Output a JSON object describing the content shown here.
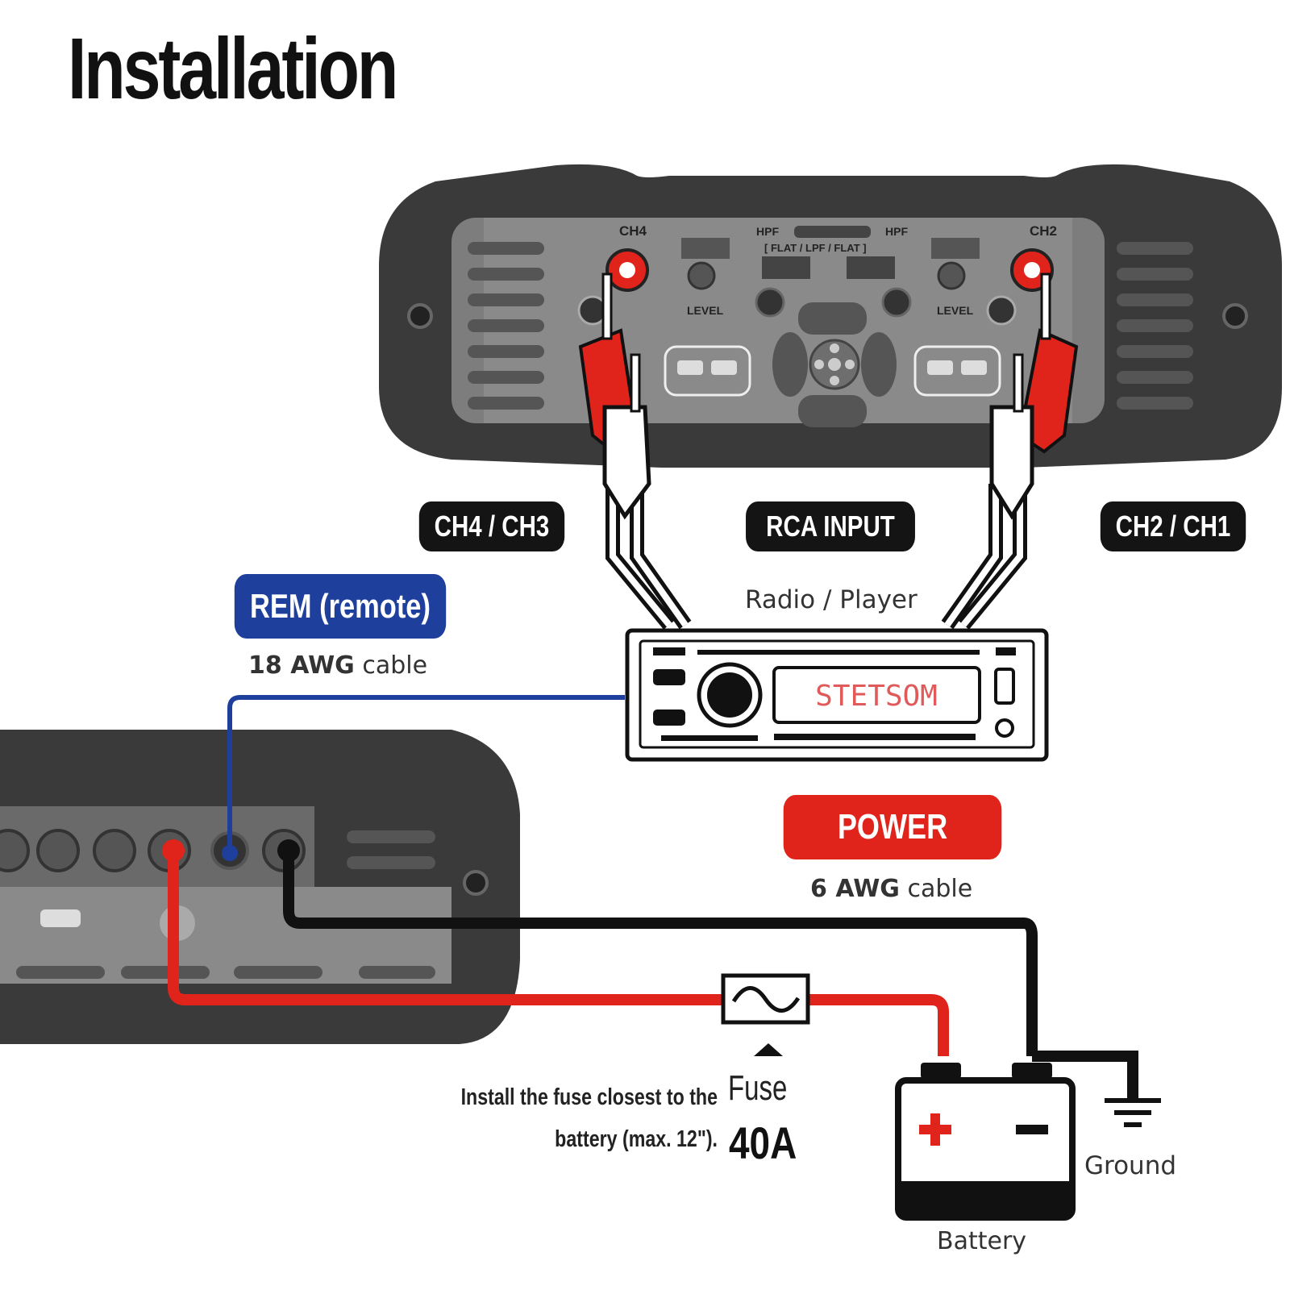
{
  "title": "Installation",
  "amplifier_top": {
    "ch_left": "CH4",
    "ch_right": "CH2",
    "level": "LEVEL",
    "hpf": "HPF",
    "flat_lpf_flat": "[ FLAT / LPF / FLAT ]",
    "rca_input": "RCA INPUT"
  },
  "labels": {
    "ch4_ch3": "CH4 / CH3",
    "rca_input": "RCA INPUT",
    "ch2_ch1": "CH2 / CH1",
    "radio_player": "Radio / Player",
    "rem": "REM (remote)",
    "rem_cable_gauge": "18 AWG",
    "rem_cable_word": "cable",
    "power": "POWER",
    "power_cable_gauge": "6 AWG",
    "power_cable_word": "cable",
    "fuse_note_line1": "Install the fuse closest to the",
    "fuse_note_line2": "battery (max. 12\").",
    "fuse": "Fuse",
    "fuse_rating": "40A",
    "battery": "Battery",
    "ground": "Ground",
    "stetsom": "STETSOM"
  },
  "colors": {
    "amp_body": "#3a3a3a",
    "panel": "#8a8a8a",
    "rca_red": "#e0231b",
    "rem_blue": "#1f3f9c",
    "power_red": "#e0231b",
    "label_black": "#141414",
    "wire_black": "#111111"
  },
  "icons": [
    "ground-icon",
    "fuse-icon",
    "battery-icon",
    "rca-plug-icon",
    "car-radio-icon"
  ]
}
